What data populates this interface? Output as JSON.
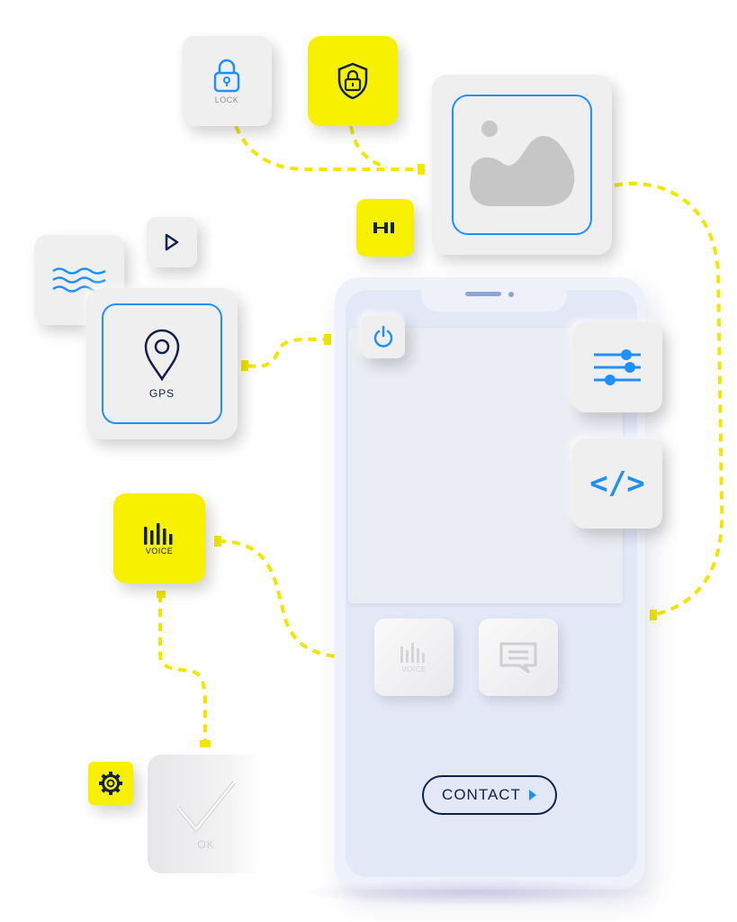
{
  "colors": {
    "accent_yellow": "#f7f100",
    "accent_blue": "#1e90ff",
    "navy": "#10204a",
    "wire": "#f2e600"
  },
  "tiles": {
    "lock": {
      "label": "LOCK",
      "icon": "padlock-icon"
    },
    "shield": {
      "icon": "shield-lock-icon"
    },
    "image": {
      "icon": "image-icon"
    },
    "barbell": {
      "icon": "barbell-icon"
    },
    "waves": {
      "icon": "waves-icon"
    },
    "play": {
      "icon": "play-icon"
    },
    "gps": {
      "label": "GPS",
      "icon": "map-pin-icon"
    },
    "voice": {
      "label": "VOICE",
      "icon": "voice-bars-icon"
    },
    "sliders": {
      "icon": "sliders-icon"
    },
    "code": {
      "icon": "code-icon",
      "text": "</>"
    },
    "gear": {
      "icon": "gear-icon"
    },
    "ok": {
      "label": "OK",
      "icon": "checkmark-icon"
    }
  },
  "phone": {
    "power": {
      "icon": "power-icon"
    },
    "voice_button": {
      "label": "VOICE",
      "icon": "voice-bars-icon"
    },
    "chat_button": {
      "icon": "chat-icon"
    },
    "contact_button": {
      "label": "CONTACT",
      "icon": "play-triangle-icon"
    }
  }
}
